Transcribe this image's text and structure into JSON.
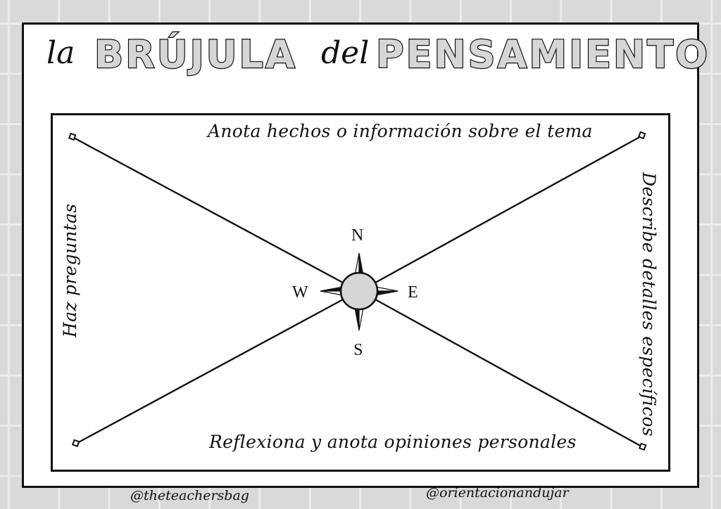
{
  "title": {
    "prefix": "la",
    "word1": "BRÚJULA",
    "middle": "del",
    "word2": "PENSAMIENTO"
  },
  "compass": {
    "north": "N",
    "south": "S",
    "east": "E",
    "west": "W",
    "icon": "compass-rose-icon",
    "center_fill": "#d6d6d6"
  },
  "prompts": {
    "top": "Anota hechos o información sobre el tema",
    "right": "Describe detalles específicos",
    "bottom": "Reflexiona y anota opiniones personales",
    "left": "Haz preguntas"
  },
  "credits": {
    "left": "@theteachersbag",
    "right": "@orientacionandujar"
  },
  "colors": {
    "background": "#d9d9d9",
    "grid_line": "#ececec",
    "ink": "#111111",
    "paper": "#ffffff",
    "title_fill": "#d6d6d6"
  }
}
